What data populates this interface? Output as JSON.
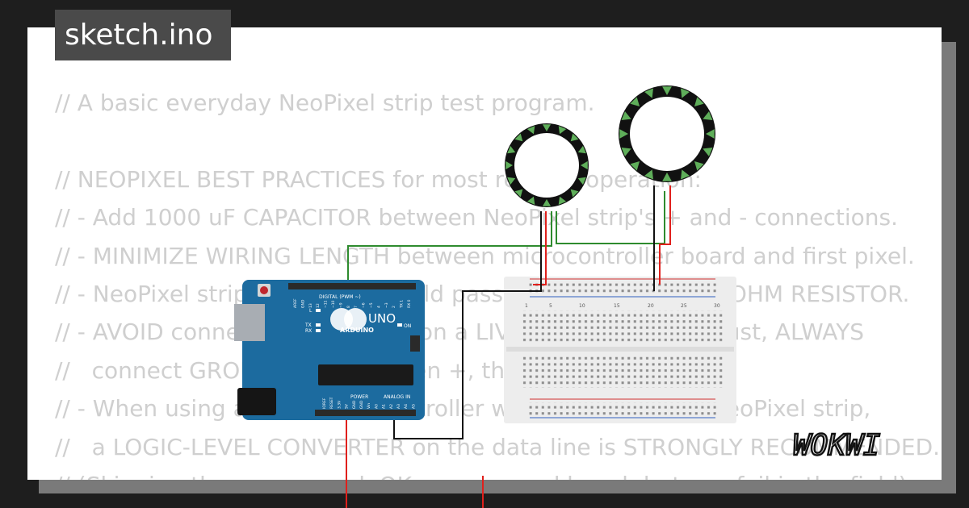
{
  "file_tab": {
    "label": "sketch.ino"
  },
  "code_lines": [
    "// A basic everyday NeoPixel strip test program.",
    "",
    "// NEOPIXEL BEST PRACTICES for most reliable operation:",
    "// - Add 1000 uF CAPACITOR between NeoPixel strip's + and - connections.",
    "// - MINIMIZE WIRING LENGTH between microcontroller board and first pixel.",
    "// - NeoPixel strip's DATA-IN should pass through a 300-500 OHM RESISTOR.",
    "// - AVOID connecting NeoPixels on a LIVE CIRCUIT. If you must, ALWAYS",
    "//   connect GROUND (-) first, then +, then data.",
    "// - When using a 3.3V microcontroller with a 5V-powered NeoPixel strip,",
    "//   a LOGIC-LEVEL CONVERTER on the data line is STRONGLY RECOMMENDED.",
    "// (Skipping these may work OK on your workbench but can fail in the field)"
  ],
  "arduino": {
    "brand": "ARDUINO",
    "model": "UNO",
    "digital_label": "DIGITAL (PWM ~)",
    "power_label": "POWER",
    "analog_label": "ANALOG IN",
    "on_label": "ON",
    "led_labels": [
      "L",
      "TX",
      "RX"
    ],
    "top_pins": [
      "AREF",
      "GND",
      "13",
      "12",
      "~11",
      "~10",
      "~9",
      "8",
      "7",
      "~6",
      "~5",
      "4",
      "~3",
      "2",
      "TX 1",
      "RX 0"
    ],
    "bottom_pins": [
      "IOREF",
      "RESET",
      "3.3V",
      "5V",
      "GND",
      "GND",
      "Vin",
      "A0",
      "A1",
      "A2",
      "A3",
      "A4",
      "A5"
    ]
  },
  "breadboard": {
    "column_numbers": [
      "1",
      "5",
      "10",
      "15",
      "20",
      "25",
      "30"
    ]
  },
  "neopixel_rings": [
    {
      "pixels": 16
    },
    {
      "pixels": 16
    }
  ],
  "wire_colors": {
    "data": "#2e8b2e",
    "power": "#e0201c",
    "ground": "#111111"
  },
  "logo": {
    "text": "WOKWI"
  }
}
